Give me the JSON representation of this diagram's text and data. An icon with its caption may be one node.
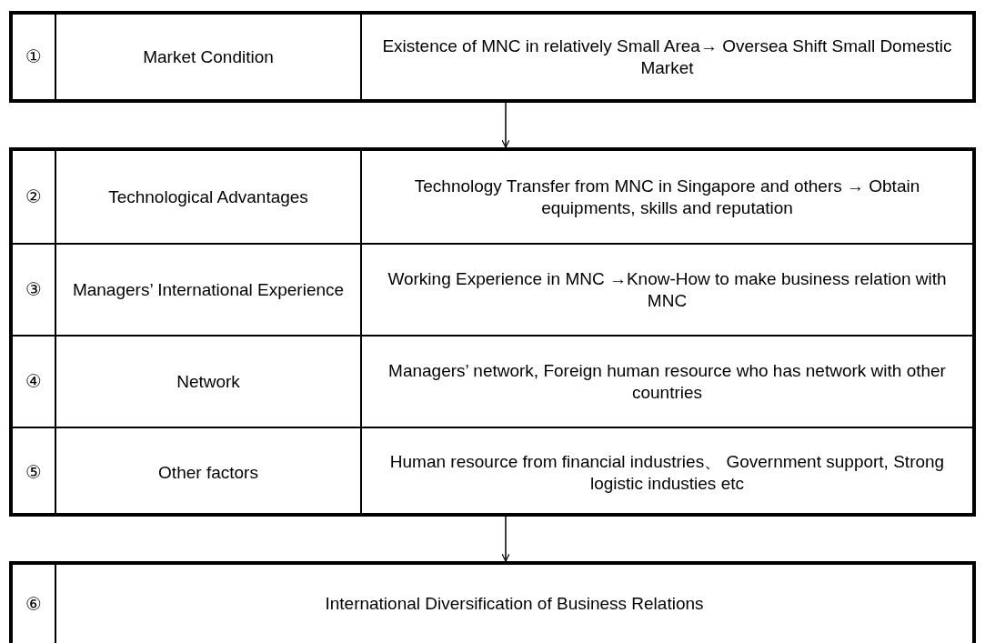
{
  "diagram": {
    "nodes": [
      {
        "text": [
          "①",
          "Market Condition",
          "Existence of MNC in relatively Small Area→ Oversea Shift Small Domestic Market"
        ]
      },
      {
        "text": [],
        "shape": "box"
      },
      {
        "text": [
          "②",
          "Technological Advantages",
          "Technology Transfer from MNC in Singapore and others → Obtain equipments, skills and reputation"
        ],
        "in": 1
      },
      {
        "text": [
          "③",
          "Managers’ International Experience",
          "Working Experience in MNC →Know-How to make business relation with MNC"
        ],
        "in": 1
      },
      {
        "text": [
          "④",
          "Network",
          "Managers’ network, Foreign human resource who has network with other countries"
        ],
        "in": 1
      },
      {
        "text": [
          "⑤",
          "Other factors",
          "Human resource from financial industries、 Government support, Strong logistic industies etc"
        ],
        "in": 1
      },
      {
        "text": [
          "⑥",
          "International Diversification of Business Relations"
        ]
      }
    ],
    "edges": [
      {
        "from": 0,
        "to": 1,
        "arrow": "to"
      },
      {
        "from": 1,
        "to": 6,
        "arrow": "to"
      }
    ]
  }
}
